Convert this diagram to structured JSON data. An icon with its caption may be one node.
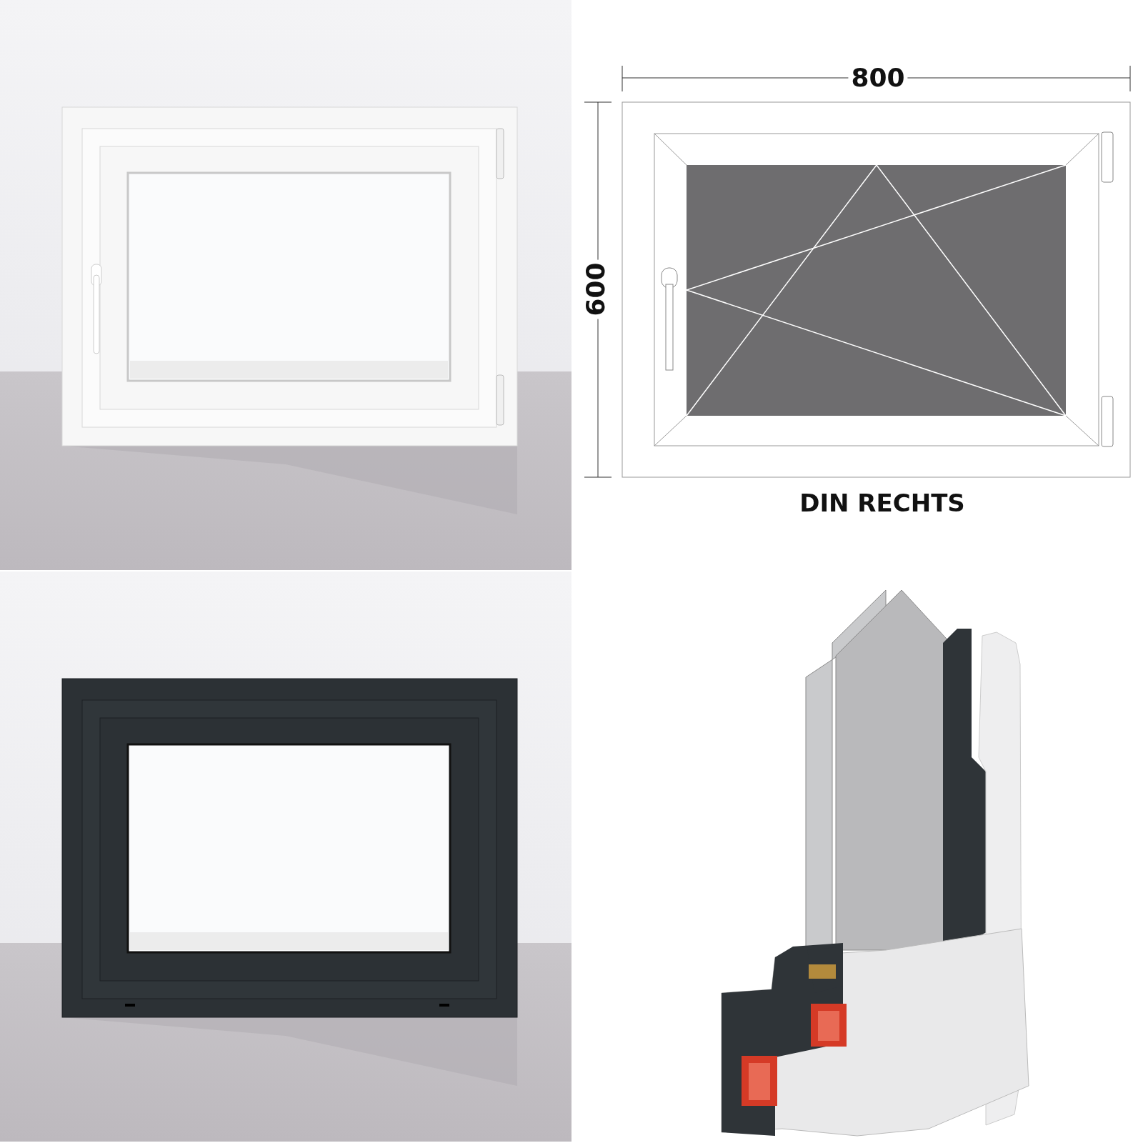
{
  "diagram": {
    "labels": [
      "800",
      "600",
      "DIN RECHTS"
    ]
  }
}
